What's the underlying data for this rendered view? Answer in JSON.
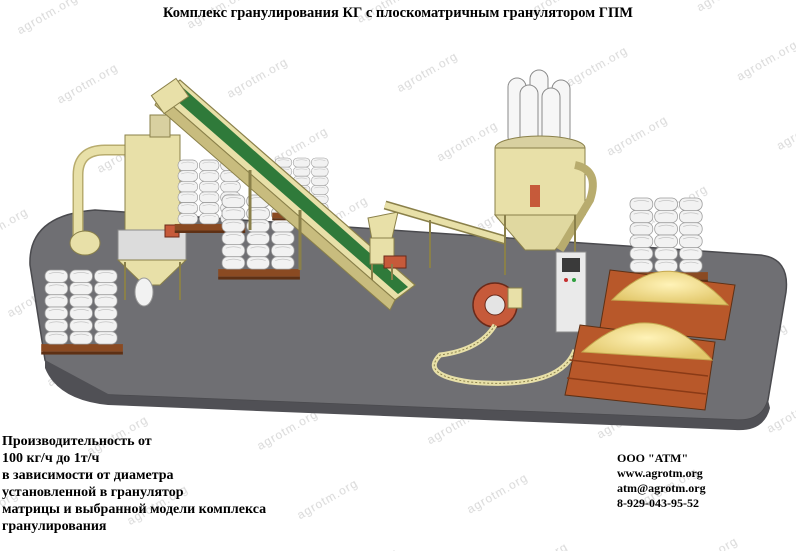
{
  "title": "Комплекс гранулирования КГ с плоскоматричным гранулятором ГПМ",
  "watermark": "agrotm.org",
  "performance_lines": [
    "Производительность от",
    "100 кг/ч до 1т/ч",
    "в зависимости от диаметра",
    "установленной в гранулятор",
    "матрицы и выбранной модели комплекса",
    "гранулирования"
  ],
  "contacts": {
    "company": "ООО \"АТМ\"",
    "website": "www.agrotm.org",
    "email": "atm@agrotm.org",
    "phone": "8-929-043-95-52"
  },
  "colors": {
    "platform": "#6f6f73",
    "equipment": "#e8e0a8",
    "equipment_dark": "#b8ac6e",
    "conveyor_belt": "#2f7a3a",
    "motor": "#c65a3a",
    "bags": "#f2f2f2",
    "pallet": "#8a4a22",
    "crate": "#b8582a",
    "pellets": "#f0dc8c",
    "watermark": "#d8d8d8"
  }
}
